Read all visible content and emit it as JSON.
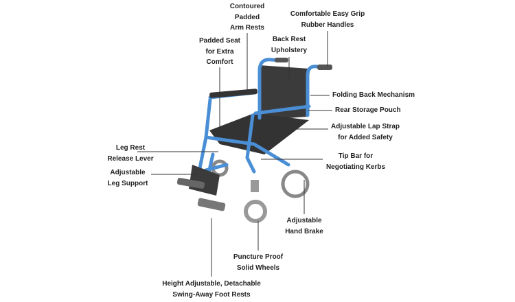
{
  "colors": {
    "frame": "#4a8fd6",
    "upholstery": "#3b3b3b",
    "wheels": "#8a8a8a",
    "text": "#222222",
    "leader": "#333333"
  },
  "labels": {
    "arm_rests": [
      "Contoured",
      "Padded",
      "Arm Rests"
    ],
    "handles": [
      "Comfortable Easy Grip",
      "Rubber Handles"
    ],
    "seat": [
      "Padded Seat",
      "for Extra",
      "Comfort"
    ],
    "back_rest": [
      "Back Rest",
      "Upholstery"
    ],
    "folding": [
      "Folding Back Mechanism"
    ],
    "pouch": [
      "Rear Storage Pouch"
    ],
    "lap_strap": [
      "Adjustable Lap Strap",
      "for Added Safety"
    ],
    "tip_bar": [
      "Tip Bar for",
      "Negotiating Kerbs"
    ],
    "leg_rest_lever": [
      "Leg Rest",
      "Release Lever"
    ],
    "leg_support": [
      "Adjustable",
      "Leg Support"
    ],
    "hand_brake": [
      "Adjustable",
      "Hand Brake"
    ],
    "wheels": [
      "Puncture Proof",
      "Solid Wheels"
    ],
    "foot_rests": [
      "Height Adjustable, Detachable",
      "Swing-Away Foot Rests"
    ]
  }
}
